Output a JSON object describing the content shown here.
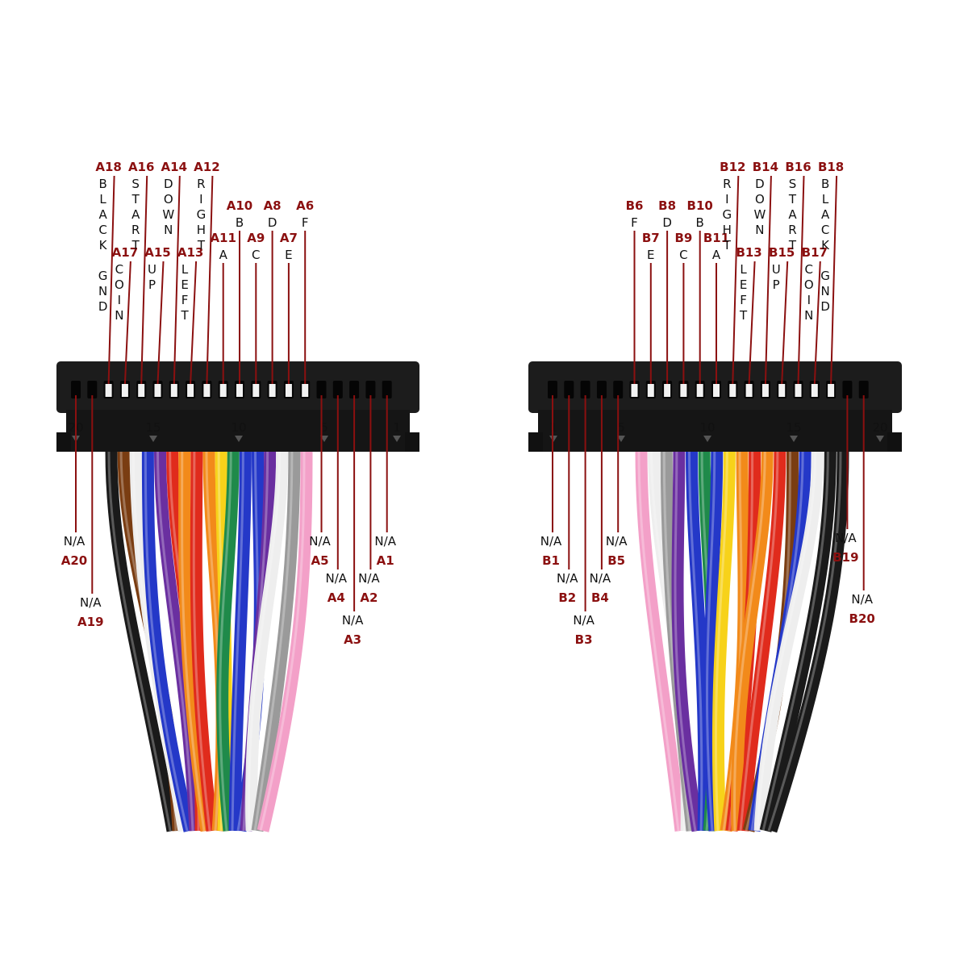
{
  "colors": {
    "label_red": "#8b1010",
    "connector_body": "#1c1c1c",
    "wire_black": "#1a1a1a",
    "wire_brown": "#7a3d12",
    "wire_red": "#e02b1c",
    "wire_orange": "#f28a1a",
    "wire_yellow": "#f7d21a",
    "wire_green": "#1f8a4a",
    "wire_blue": "#2438c8",
    "wire_purple": "#6a2fa0",
    "wire_gray": "#9a9a9a",
    "wire_white": "#eeeeee",
    "wire_pink": "#f3a0c8"
  },
  "connectors": [
    {
      "id": "A",
      "molding_numbers": [
        "20",
        "15",
        "10",
        "5",
        "1"
      ],
      "top_labels": [
        {
          "pin": "A18",
          "fn": [
            "B",
            "L",
            "A",
            "C",
            "K",
            "",
            "G",
            "N",
            "D"
          ]
        },
        {
          "pin": "A17",
          "fn": [
            "C",
            "O",
            "I",
            "N"
          ]
        },
        {
          "pin": "A16",
          "fn": [
            "S",
            "T",
            "A",
            "R",
            "T"
          ]
        },
        {
          "pin": "A15",
          "fn": [
            "U",
            "P"
          ]
        },
        {
          "pin": "A14",
          "fn": [
            "D",
            "O",
            "W",
            "N"
          ]
        },
        {
          "pin": "A13",
          "fn": [
            "L",
            "E",
            "F",
            "T"
          ]
        },
        {
          "pin": "A12",
          "fn": [
            "R",
            "I",
            "G",
            "H",
            "T"
          ]
        },
        {
          "pin": "A11",
          "fn": [
            "A"
          ]
        },
        {
          "pin": "A10",
          "fn": [
            "B"
          ]
        },
        {
          "pin": "A9",
          "fn": [
            "C"
          ]
        },
        {
          "pin": "A8",
          "fn": [
            "D"
          ]
        },
        {
          "pin": "A7",
          "fn": [
            "E"
          ]
        },
        {
          "pin": "A6",
          "fn": [
            "F"
          ]
        }
      ],
      "bottom_labels": [
        {
          "pin": "A20",
          "fn": "N/A"
        },
        {
          "pin": "A19",
          "fn": "N/A"
        },
        {
          "pin": "A5",
          "fn": "N/A"
        },
        {
          "pin": "A4",
          "fn": "N/A"
        },
        {
          "pin": "A3",
          "fn": "N/A"
        },
        {
          "pin": "A2",
          "fn": "N/A"
        },
        {
          "pin": "A1",
          "fn": "N/A"
        }
      ]
    },
    {
      "id": "B",
      "molding_numbers": [
        "1",
        "5",
        "10",
        "15",
        "20"
      ],
      "top_labels": [
        {
          "pin": "B6",
          "fn": [
            "F"
          ]
        },
        {
          "pin": "B7",
          "fn": [
            "E"
          ]
        },
        {
          "pin": "B8",
          "fn": [
            "D"
          ]
        },
        {
          "pin": "B9",
          "fn": [
            "C"
          ]
        },
        {
          "pin": "B10",
          "fn": [
            "B"
          ]
        },
        {
          "pin": "B11",
          "fn": [
            "A"
          ]
        },
        {
          "pin": "B12",
          "fn": [
            "R",
            "I",
            "G",
            "H",
            "T"
          ]
        },
        {
          "pin": "B13",
          "fn": [
            "L",
            "E",
            "F",
            "T"
          ]
        },
        {
          "pin": "B14",
          "fn": [
            "D",
            "O",
            "W",
            "N"
          ]
        },
        {
          "pin": "B15",
          "fn": [
            "U",
            "P"
          ]
        },
        {
          "pin": "B16",
          "fn": [
            "S",
            "T",
            "A",
            "R",
            "T"
          ]
        },
        {
          "pin": "B17",
          "fn": [
            "C",
            "O",
            "I",
            "N"
          ]
        },
        {
          "pin": "B18",
          "fn": [
            "B",
            "L",
            "A",
            "C",
            "K",
            "",
            "G",
            "N",
            "D"
          ]
        }
      ],
      "bottom_labels": [
        {
          "pin": "B1",
          "fn": "N/A"
        },
        {
          "pin": "B2",
          "fn": "N/A"
        },
        {
          "pin": "B3",
          "fn": "N/A"
        },
        {
          "pin": "B4",
          "fn": "N/A"
        },
        {
          "pin": "B5",
          "fn": "N/A"
        },
        {
          "pin": "B19",
          "fn": "N/A"
        },
        {
          "pin": "B20",
          "fn": "N/A"
        }
      ]
    }
  ]
}
